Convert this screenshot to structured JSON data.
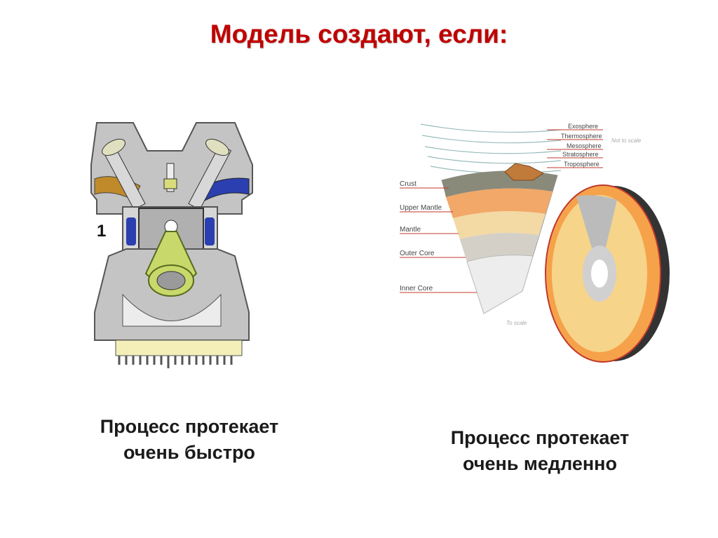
{
  "slide": {
    "title": "Модель создают, если:"
  },
  "left": {
    "caption_line1": "Процесс протекает",
    "caption_line2": "очень быстро",
    "engine_stroke_number": "1"
  },
  "right": {
    "caption_line1": "Процесс протекает",
    "caption_line2": "очень медленно",
    "layer_labels": {
      "crust": "Crust",
      "upper_mantle": "Upper Mantle",
      "mantle": "Mantle",
      "outer_core": "Outer Core",
      "inner_core": "Inner Core"
    },
    "atmosphere_labels": {
      "exosphere": "Exosphere",
      "thermosphere": "Thermosphere",
      "mesosphere": "Mesosphere",
      "stratosphere": "Stratosphere",
      "troposphere": "Troposphere"
    },
    "scale_note_top": "Not to scale",
    "scale_note_bottom": "To scale"
  },
  "colors": {
    "title": "#c00000",
    "engine_block": "#b8b8b8",
    "connecting_rod": "#c8d86a",
    "valve_port": "#2b3fb0",
    "exhaust_port": "#c08a2a"
  }
}
